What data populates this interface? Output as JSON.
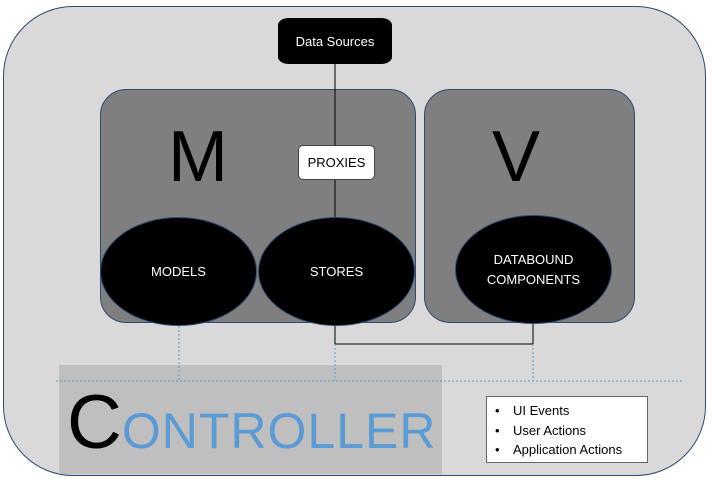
{
  "title_letters": {
    "m": "M",
    "v": "V"
  },
  "data_sources": {
    "label": "Data Sources"
  },
  "proxies": {
    "label": "PROXIES"
  },
  "nodes": {
    "models": "MODELS",
    "stores": "STORES",
    "databound": "DATABOUND COMPONENTS"
  },
  "controller": {
    "first_letter": "C",
    "rest": "ONTROLLER"
  },
  "actions": [
    "UI  Events",
    "User Actions",
    "Application Actions"
  ],
  "colors": {
    "frame_fill": "#d9d9d9",
    "panel_fill": "#7f7f7f",
    "border_blue": "#2e4a72",
    "controller_accent": "#5b9bd5",
    "controller_band": "#bfbfbf"
  }
}
